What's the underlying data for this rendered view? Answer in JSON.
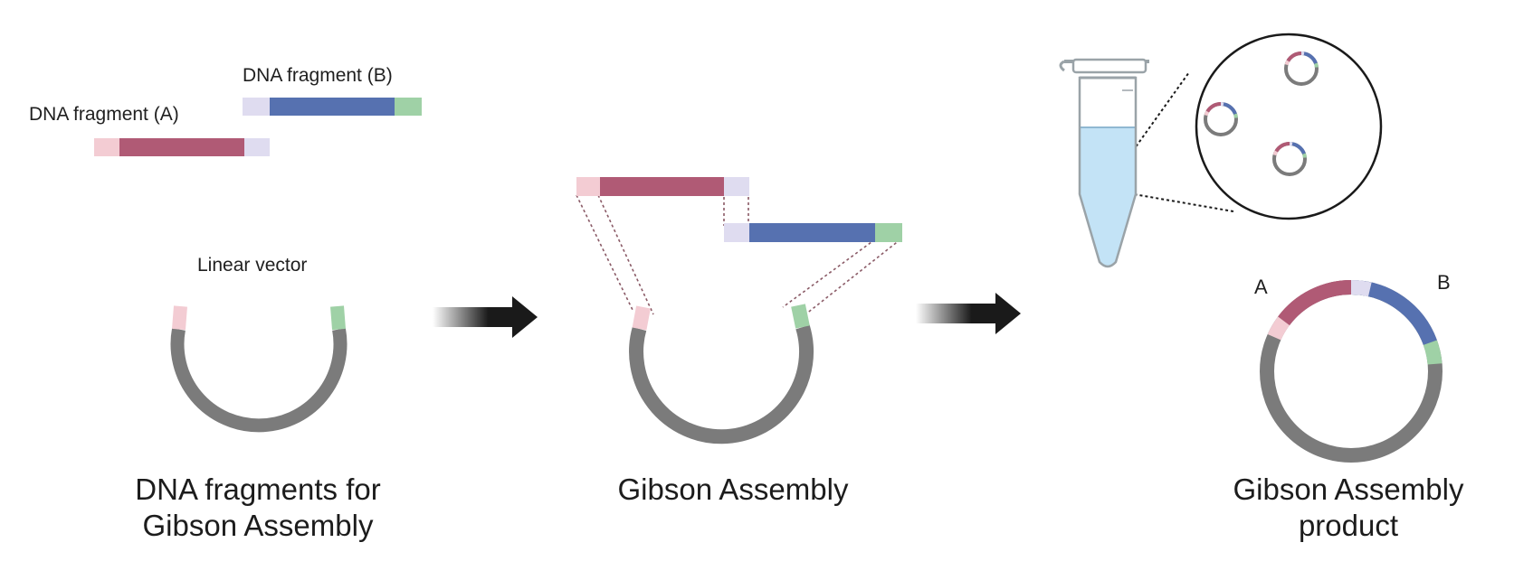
{
  "colors": {
    "fragment_a": "#b05a75",
    "fragment_b": "#5671b0",
    "overlap_pink": "#f3ccd3",
    "overlap_lavender": "#dfdcf0",
    "overlap_green": "#9fd1a6",
    "vector": "#7b7b7b",
    "arrow": "#1a1a1a",
    "liquid": "#c3e3f6"
  },
  "panel1": {
    "fragment_a_label": "DNA fragment (A)",
    "fragment_b_label": "DNA fragment (B)",
    "vector_label": "Linear vector",
    "caption_line1": "DNA fragments for",
    "caption_line2": "Gibson Assembly"
  },
  "panel2": {
    "caption": "Gibson Assembly"
  },
  "panel3": {
    "label_a": "A",
    "label_b": "B",
    "caption_line1": "Gibson Assembly",
    "caption_line2": "product"
  },
  "icons": [
    "arrow-right-icon",
    "microcentrifuge-tube-icon",
    "magnifier-circle-icon",
    "plasmid-icon"
  ]
}
